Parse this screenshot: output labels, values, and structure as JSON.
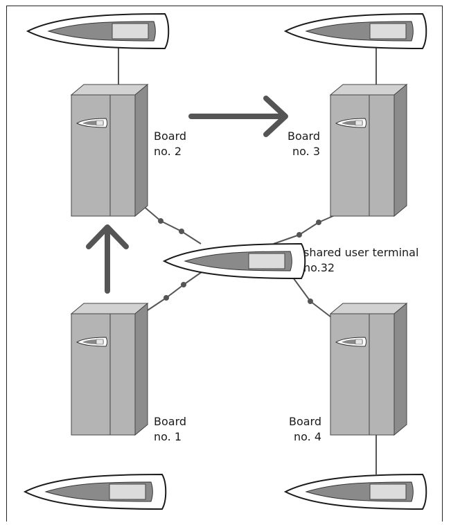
{
  "boards": [
    {
      "line1": "Board",
      "line2": "no.  1"
    },
    {
      "line1": "Board",
      "line2": "no. 2"
    },
    {
      "line1": "Board",
      "line2": "no. 3"
    },
    {
      "line1": "Board",
      "line2": "no. 4"
    }
  ],
  "shared_terminal": {
    "line1": "shared user terminal",
    "line2": "no.32"
  },
  "colors": {
    "cabinet_front": "#b4b4b4",
    "cabinet_side": "#8c8c8c",
    "cabinet_top": "#d2d2d2",
    "terminal_outline": "#1a1a1a",
    "terminal_band": "#8a8a8a",
    "arrow": "#555555"
  }
}
